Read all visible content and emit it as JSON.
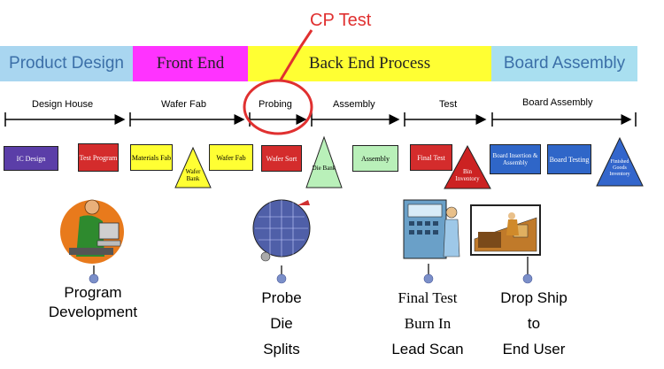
{
  "callout": {
    "label": "CP Test",
    "color": "#e03030"
  },
  "bands": [
    {
      "label": "Product Design",
      "color": "#a9d6f0",
      "text_color": "#3b6fa8"
    },
    {
      "label": "Front End",
      "color": "#ff33ff",
      "text_color": "#222222"
    },
    {
      "label": "Back End Process",
      "color": "#ffff33",
      "text_color": "#222222"
    },
    {
      "label": "Board Assembly",
      "color": "#a9dff0",
      "text_color": "#3b6fa8"
    }
  ],
  "phases": [
    "Design House",
    "Wafer Fab",
    "Probing",
    "Assembly",
    "Test",
    "Board Assembly"
  ],
  "steps": {
    "ic_design": "IC Design",
    "test_program": "Test Program",
    "materials_fab": "Materials Fab",
    "wafer_bank": "Wafer Bank",
    "wafer_fab": "Wafer Fab",
    "wafer_sort": "Wafer Sort",
    "die_bank": "Die Bank",
    "assembly": "Assembly",
    "final_test": "Final Test",
    "bin_inventory": "Bin Inventory",
    "board_insertion": "Board Insertion & Assembly",
    "board_testing": "Board Testing",
    "finished_goods": "Finished Goods Inventory"
  },
  "captions": {
    "program": [
      "Program",
      "Development"
    ],
    "probe": [
      "Probe",
      "Die",
      "Splits"
    ],
    "final": [
      "Final Test",
      "Burn In",
      "Lead Scan"
    ],
    "drop": [
      "Drop Ship",
      "to",
      "End User"
    ]
  }
}
